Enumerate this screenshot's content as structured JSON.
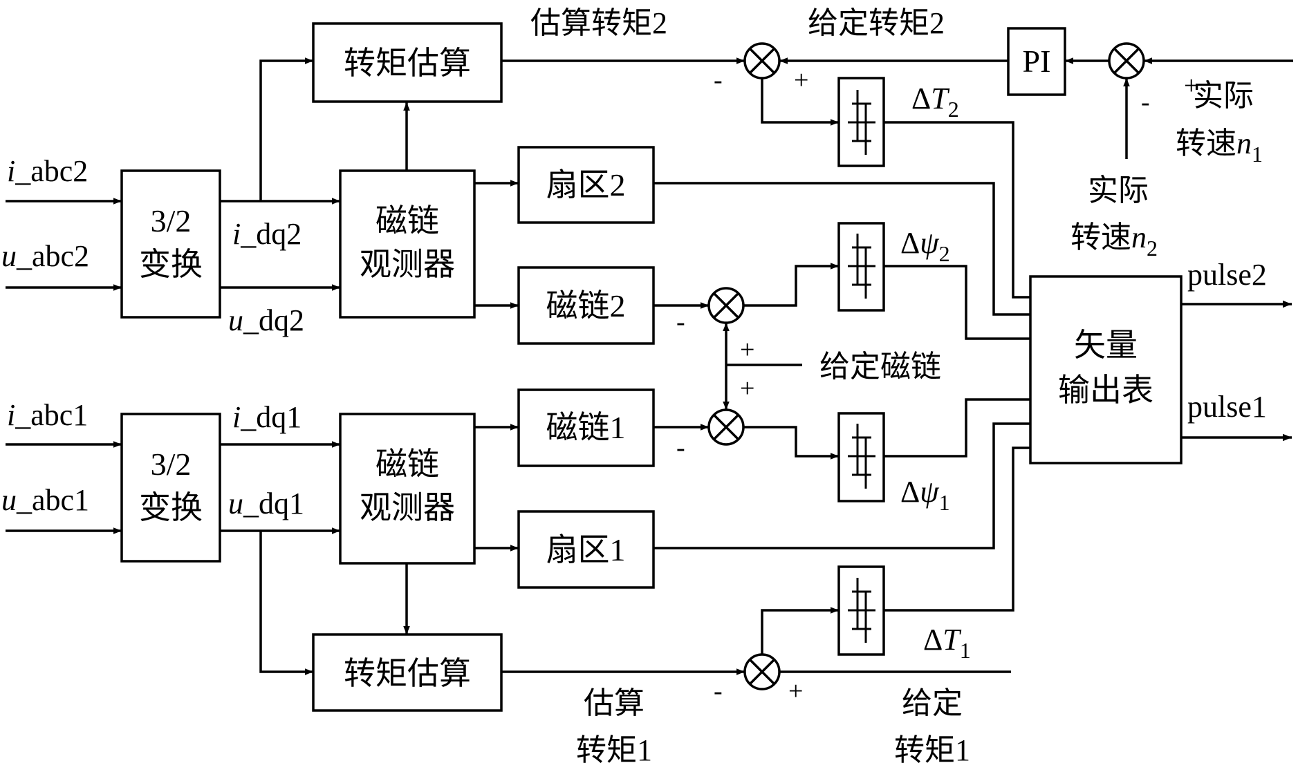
{
  "blocks": {
    "conv2_line1": "3/2",
    "conv2_line2": "变换",
    "conv1_line1": "3/2",
    "conv1_line2": "变换",
    "obs2_line1": "磁链",
    "obs2_line2": "观测器",
    "obs1_line1": "磁链",
    "obs1_line2": "观测器",
    "torque_est_top": "转矩估算",
    "torque_est_bottom": "转矩估算",
    "sector2": "扇区2",
    "sector1": "扇区1",
    "flux2": "磁链2",
    "flux1": "磁链1",
    "pi": "PI",
    "table_line1": "矢量",
    "table_line2": "输出表"
  },
  "labels": {
    "i_abc2_pre": "i",
    "i_abc2_post": "_abc2",
    "u_abc2_pre": "u",
    "u_abc2_post": "_abc2",
    "i_abc1_pre": "i",
    "i_abc1_post": "_abc1",
    "u_abc1_pre": "u",
    "u_abc1_post": "_abc1",
    "i_dq2_pre": "i",
    "i_dq2_post": "_dq2",
    "u_dq2_pre": "u",
    "u_dq2_post": "_dq2",
    "i_dq1_pre": "i",
    "i_dq1_post": "_dq1",
    "u_dq1_pre": "u",
    "u_dq1_post": "_dq1",
    "est_torque2": "估算转矩2",
    "ref_torque2": "给定转矩2",
    "delta": "Δ",
    "T": "T",
    "psi": "ψ",
    "sub1": "1",
    "sub2": "2",
    "actual": "实际",
    "speed": "转速",
    "n": "n",
    "ref_flux": "给定磁链",
    "pulse2": "pulse2",
    "pulse1": "pulse1",
    "est_torque1_line1": "估算",
    "est_torque1_line2": "转矩1",
    "ref_torque1_line1": "给定",
    "ref_torque1_line2": "转矩1",
    "plus": "+",
    "minus": "-"
  }
}
